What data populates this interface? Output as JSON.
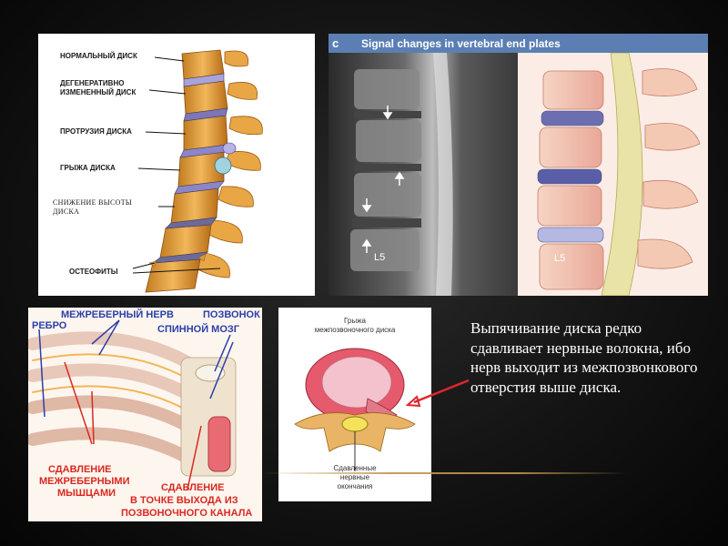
{
  "panel_spine": {
    "labels": {
      "normal_disc": "НОРМАЛЬНЫЙ ДИСК",
      "degenerative_line1": "ДЕГЕНЕРАТИВНО",
      "degenerative_line2": "ИЗМЕНЕННЫЙ ДИСК",
      "protrusion": "ПРОТРУЗИЯ ДИСКА",
      "hernia": "ГРЫЖА ДИСКА",
      "height_loss_line1": "СНИЖЕНИЕ ВЫСОТЫ",
      "height_loss_line2": "ДИСКА",
      "osteophytes": "ОСТЕОФИТЫ"
    }
  },
  "panel_mri": {
    "letter": "c",
    "title": "Signal changes in vertebral end plates",
    "level_label_mri": "L5",
    "level_label_illustration": "L5"
  },
  "panel_intercostal": {
    "labels": {
      "intercostal_nerve": "МЕЖРЕБЕРНЫЙ НЕРВ",
      "rib": "РЕБРО",
      "vertebra": "ПОЗВОНОК",
      "spinal_cord": "СПИННОЙ МОЗГ",
      "compression_muscles_1": "СДАВЛЕНИЕ",
      "compression_muscles_2": "МЕЖРЕБЕРНЫМИ",
      "compression_muscles_3": "МЫШЦАМИ",
      "compression_exit_1": "СДАВЛЕНИЕ",
      "compression_exit_2": "В ТОЧКЕ ВЫХОДА ИЗ",
      "compression_exit_3": "ПОЗВОНОЧНОГО КАНАЛА"
    }
  },
  "panel_hernia": {
    "title_line1": "Грыжа",
    "title_line2": "межпозвоночного диска",
    "bottom_line1": "Сдавленные",
    "bottom_line2": "нервные",
    "bottom_line3": "окончания"
  },
  "caption": {
    "text": "Выпячивание диска редко сдавливает нервные волокна, ибо нерв выходит из межпозвонкового отверстия выше диска."
  },
  "colors": {
    "header_blue": "#5b7fb3",
    "label_blue": "#2b3ea8",
    "label_red": "#d9281f",
    "arrow_red": "#e0262b"
  }
}
